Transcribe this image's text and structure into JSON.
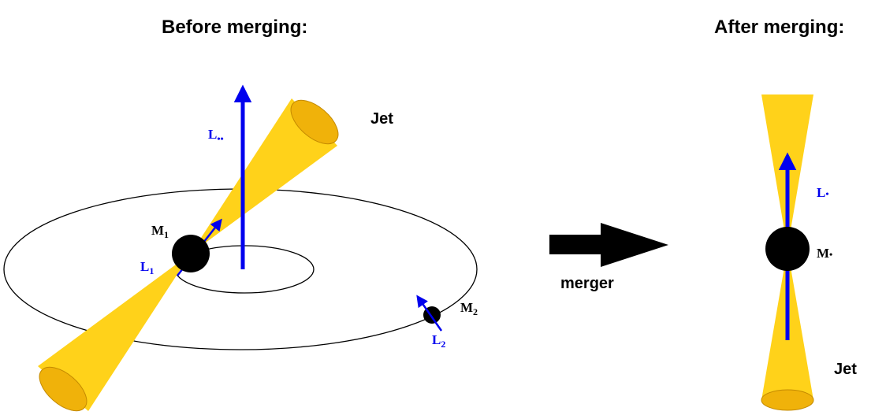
{
  "headings": {
    "before": "Before merging:",
    "after": "After merging:"
  },
  "before": {
    "jet_label": "Jet",
    "L_pair": {
      "main": "L",
      "sub": "••"
    },
    "M1": {
      "main": "M",
      "sub": "1"
    },
    "L1": {
      "main": "L",
      "sub": "1"
    },
    "M2": {
      "main": "M",
      "sub": "2"
    },
    "L2": {
      "main": "L",
      "sub": "2"
    }
  },
  "arrow_label": "merger",
  "after": {
    "jet_label": "Jet",
    "L": {
      "main": "L",
      "sub": "•"
    },
    "M": {
      "main": "M",
      "sub": "•"
    }
  },
  "colors": {
    "jet_fill": "#ffd21a",
    "jet_cap": "#f0b20a",
    "vector": "#0000ee",
    "mass": "#000000",
    "orbit": "#000000"
  }
}
